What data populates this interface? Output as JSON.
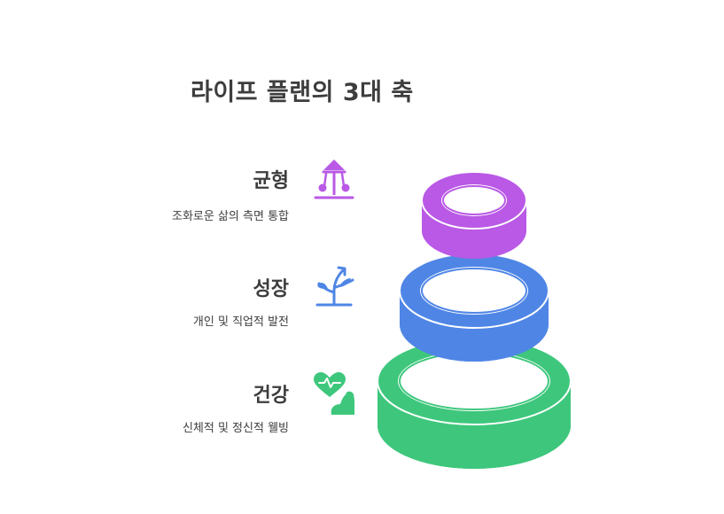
{
  "title": "라이프 플랜의 3대 축",
  "items": [
    {
      "title": "균형",
      "description": "조화로운 삶의 측면 통합",
      "color": "#b959e6",
      "icon": "balance-scale-icon"
    },
    {
      "title": "성장",
      "description": "개인 및 직업적 발전",
      "color": "#4f86e6",
      "icon": "sprout-growth-icon"
    },
    {
      "title": "건강",
      "description": "신체적 및 정신적 웰빙",
      "color": "#3ec77c",
      "icon": "heart-muscle-icon"
    }
  ]
}
